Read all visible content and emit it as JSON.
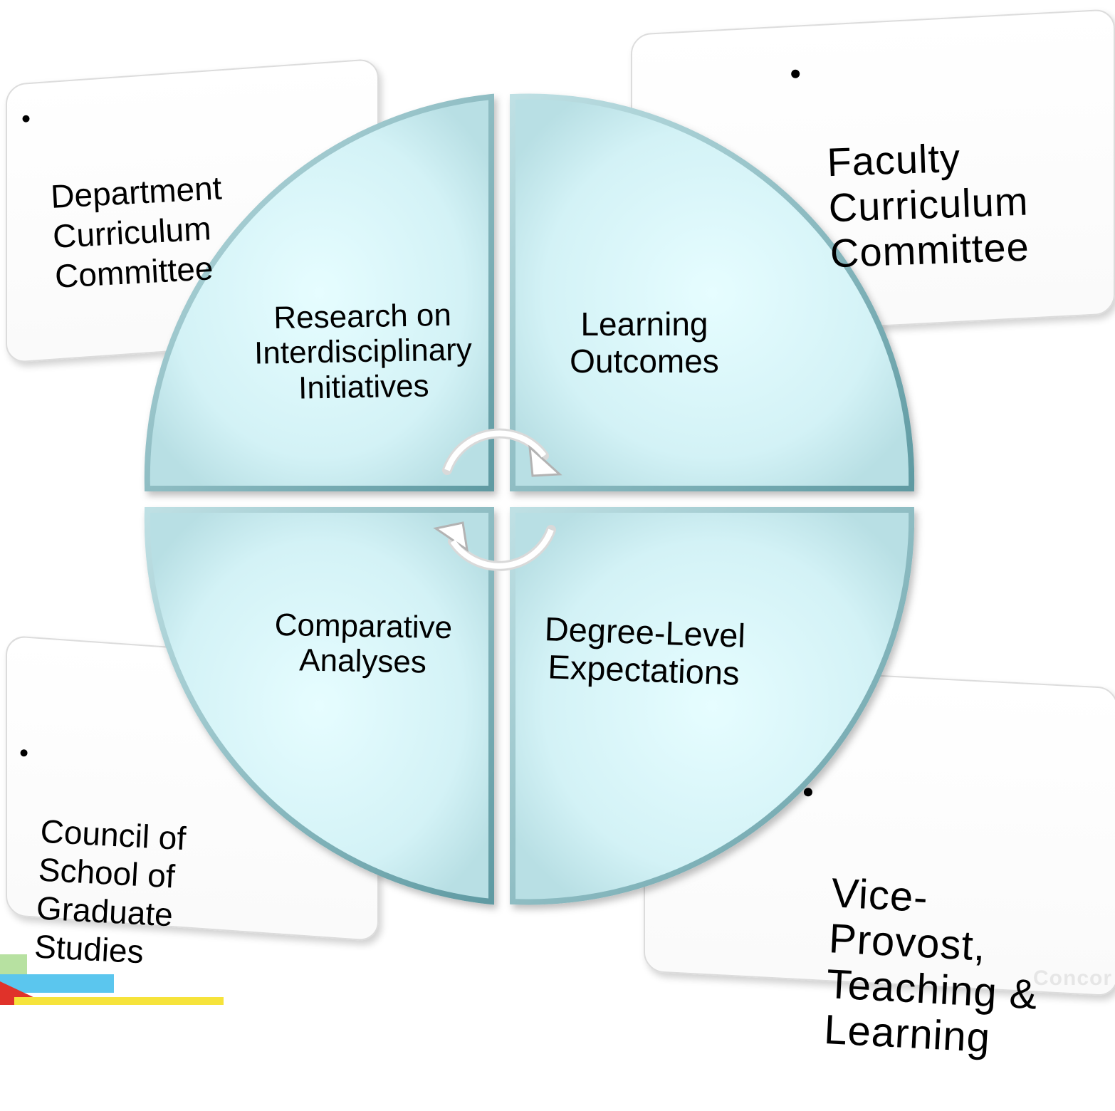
{
  "roles": {
    "top_left": "Department Curriculum Committee",
    "top_right": "Faculty Curriculum Committee",
    "bottom_left": "Council of School of Graduate Studies",
    "bottom_right": "Vice-Provost, Teaching & Learning"
  },
  "quadrants": {
    "top_left": "Research on\nInterdisciplinary\nInitiatives",
    "top_right": "Learning\nOutcomes",
    "bottom_left": "Comparative\nAnalyses",
    "bottom_right": "Degree-Level\nExpectations"
  },
  "colors": {
    "circle_fill": "#d4f3f7",
    "circle_edge": "#7fb0b6",
    "decor_green": "#b7e1a1",
    "decor_blue": "#5bc6ee",
    "decor_red": "#e0322a",
    "decor_yellow": "#f6e33b"
  },
  "logo": {
    "text": "Concor"
  },
  "icons": [
    "refresh-arrows-icon"
  ]
}
